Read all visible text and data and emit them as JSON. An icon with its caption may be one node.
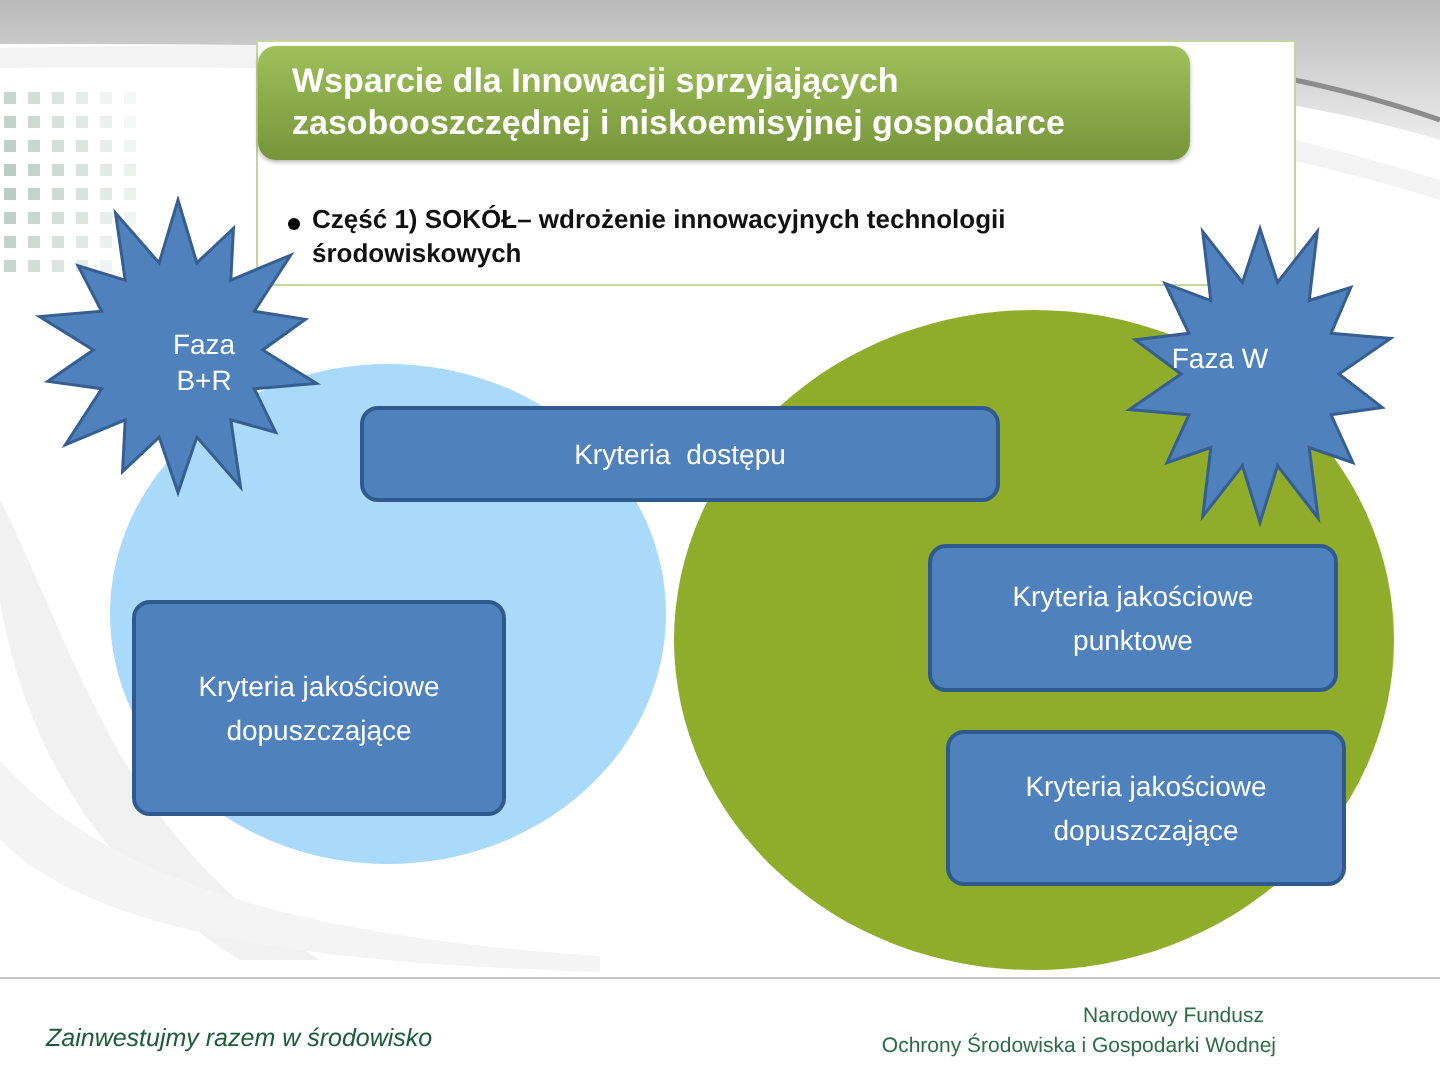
{
  "diagram": {
    "nodes": [
      {
        "text": [
          "Część 1) SOKÓŁ– wdrożenie innowacyjnych technologii środowiskowych"
        ]
      },
      {
        "text": [
          "Wsparcie dla Innowacji sprzyjających zasobooszczędnej i niskoemisyjnej gospodarce"
        ],
        "in": 0
      },
      {
        "text": [
          "Faza B+R"
        ]
      },
      {
        "text": [
          "Faza W"
        ]
      },
      {
        "text": [],
        "shape": "circle"
      },
      {
        "text": [],
        "shape": "circle"
      },
      {
        "text": [
          "Kryteria  dostępu"
        ]
      },
      {
        "text": [
          "Kryteria jakościowe dopuszczające"
        ],
        "in": 4
      },
      {
        "text": [
          "Kryteria jakościowe punktowe"
        ],
        "in": 5
      },
      {
        "text": [
          "Kryteria jakościowe dopuszczające"
        ],
        "in": 5
      }
    ],
    "labels": [
      "Zainwestujmy razem w środowisko",
      "Narodowy Fundusz",
      "Ochrony Środowiska i Gospodarki Wodnej"
    ]
  }
}
